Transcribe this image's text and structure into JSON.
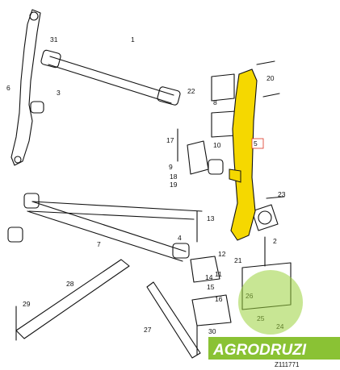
{
  "diagram": {
    "callouts": [
      "1",
      "2",
      "3",
      "4",
      "5",
      "6",
      "7",
      "8",
      "9",
      "10",
      "11",
      "12",
      "13",
      "14",
      "15",
      "16",
      "17",
      "18",
      "19",
      "20",
      "21",
      "22",
      "23",
      "24",
      "25",
      "26",
      "27",
      "28",
      "29",
      "30",
      "31"
    ],
    "highlight_color": "#f5d800",
    "drawing_reference": "Z111771",
    "watermark_text": "AGRODRUZI",
    "watermark_color": "#7dbb1e"
  }
}
